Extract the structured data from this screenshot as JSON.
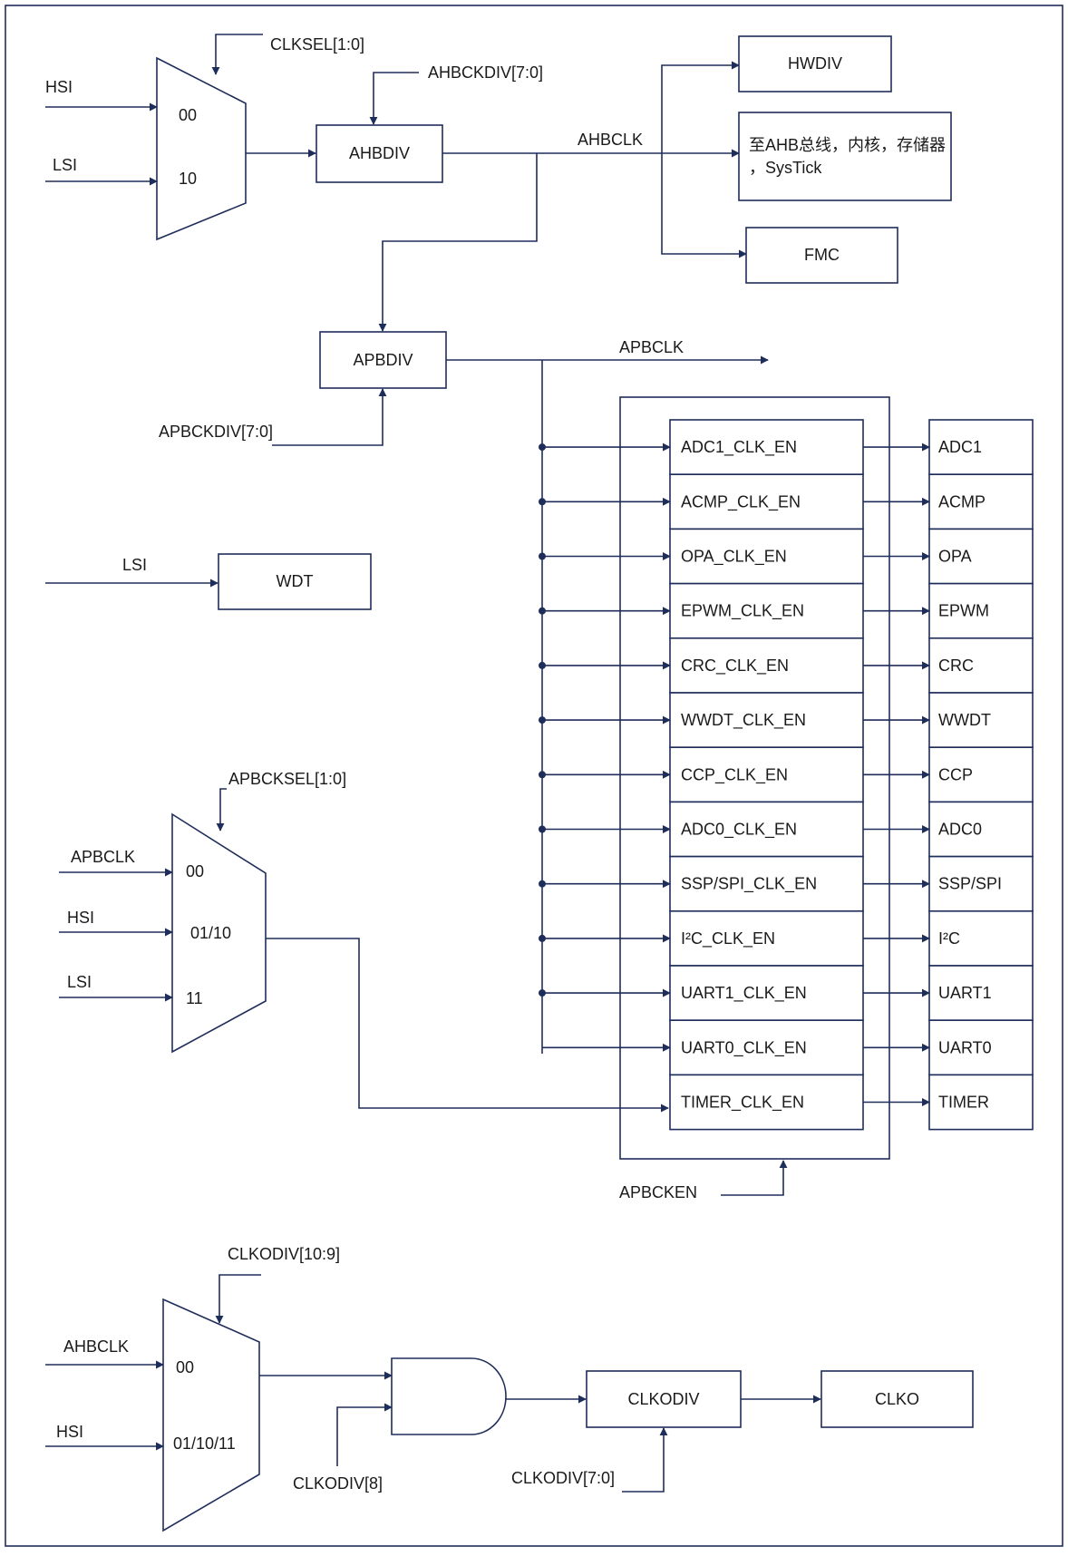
{
  "muxes": {
    "clk": {
      "sel": "CLKSEL[1:0]",
      "in1": "HSI",
      "in2": "LSI",
      "code1": "00",
      "code2": "10"
    },
    "apb": {
      "sel": "APBCKSEL[1:0]",
      "in1": "APBCLK",
      "in2": "HSI",
      "in3": "LSI",
      "code1": "00",
      "code2": "01/10",
      "code3": "11"
    },
    "clko": {
      "sel": "CLKODIV[10:9]",
      "in1": "AHBCLK",
      "in2": "HSI",
      "code1": "00",
      "code2": "01/10/11"
    }
  },
  "ahb": {
    "div_label": "AHBDIV",
    "div_ctrl": "AHBCKDIV[7:0]",
    "clk": "AHBCLK"
  },
  "ahb_targets": {
    "hwdiv": "HWDIV",
    "bus_line1": "至AHB总线，内核，存储器",
    "bus_line2": "，SysTick",
    "fmc": "FMC"
  },
  "apb": {
    "div_label": "APBDIV",
    "div_ctrl": "APBCKDIV[7:0]",
    "clk": "APBCLK",
    "en": "APBCKEN"
  },
  "wdt": {
    "in": "LSI",
    "label": "WDT"
  },
  "enables": [
    {
      "gate": "ADC1_CLK_EN",
      "periph": "ADC1"
    },
    {
      "gate": "ACMP_CLK_EN",
      "periph": "ACMP"
    },
    {
      "gate": "OPA_CLK_EN",
      "periph": "OPA"
    },
    {
      "gate": "EPWM_CLK_EN",
      "periph": "EPWM"
    },
    {
      "gate": "CRC_CLK_EN",
      "periph": "CRC"
    },
    {
      "gate": "WWDT_CLK_EN",
      "periph": "WWDT"
    },
    {
      "gate": "CCP_CLK_EN",
      "periph": "CCP"
    },
    {
      "gate": "ADC0_CLK_EN",
      "periph": "ADC0"
    },
    {
      "gate": "SSP/SPI_CLK_EN",
      "periph": "SSP/SPI"
    },
    {
      "gate": "I²C_CLK_EN",
      "periph": "I²C"
    },
    {
      "gate": "UART1_CLK_EN",
      "periph": "UART1"
    },
    {
      "gate": "UART0_CLK_EN",
      "periph": "UART0"
    },
    {
      "gate": "TIMER_CLK_EN",
      "periph": "TIMER"
    }
  ],
  "clko": {
    "gate_ctrl": "CLKODIV[8]",
    "div_label": "CLKODIV",
    "div_ctrl": "CLKODIV[7:0]",
    "out": "CLKO"
  }
}
